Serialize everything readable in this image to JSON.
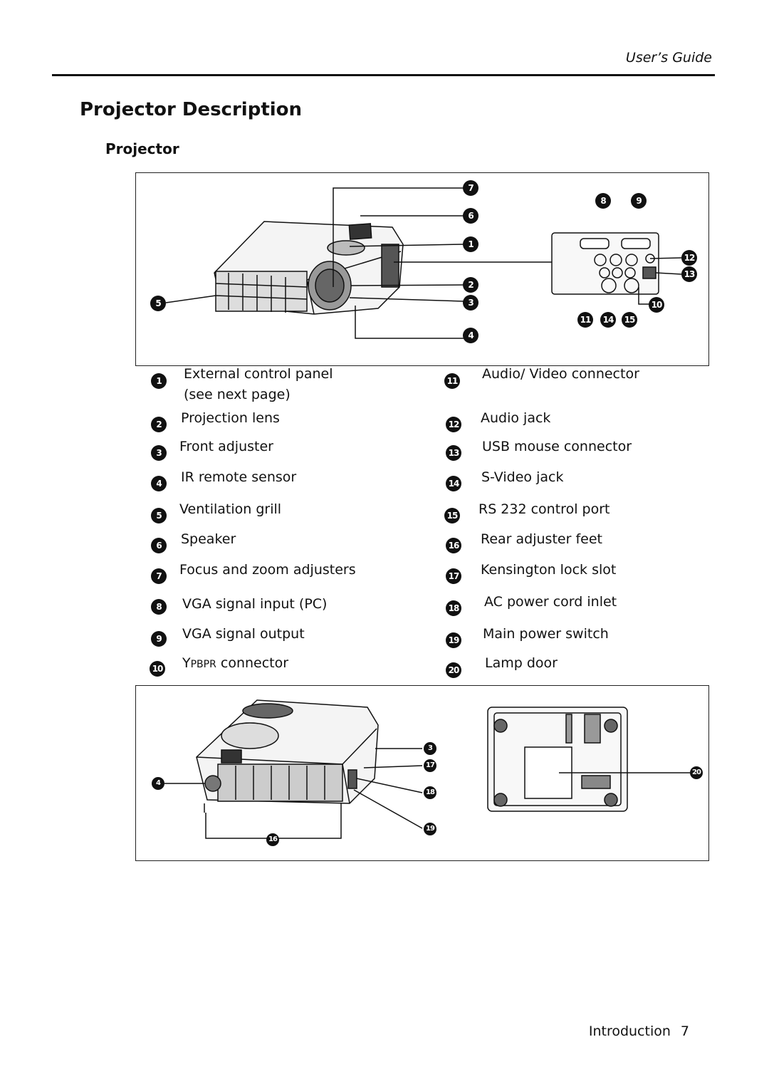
{
  "header": {
    "running_head": "User’s Guide"
  },
  "page": {
    "title": "Projector Description",
    "section": "Projector"
  },
  "callouts_top": [
    "7",
    "6",
    "1",
    "2",
    "3",
    "4",
    "5",
    "8",
    "9",
    "12",
    "13",
    "10",
    "11",
    "14",
    "15"
  ],
  "callouts_bottom": [
    "3",
    "17",
    "18",
    "19",
    "4",
    "16",
    "20"
  ],
  "parts_left": [
    {
      "num": "1",
      "label": "External control panel",
      "label2": "(see next page)"
    },
    {
      "num": "2",
      "label": "Projection lens"
    },
    {
      "num": "3",
      "label": "Front adjuster"
    },
    {
      "num": "4",
      "label": "IR remote sensor"
    },
    {
      "num": "5",
      "label": "Ventilation grill"
    },
    {
      "num": "6",
      "label": "Speaker"
    },
    {
      "num": "7",
      "label": "Focus and zoom adjusters"
    },
    {
      "num": "8",
      "label": "VGA signal input (PC)"
    },
    {
      "num": "9",
      "label": "VGA signal output"
    },
    {
      "num": "10",
      "label_y": "Y",
      "label_sc": "PBPR",
      "label_rest": " connector"
    }
  ],
  "parts_right": [
    {
      "num": "11",
      "label": "Audio/ Video connector"
    },
    {
      "num": "12",
      "label": "Audio jack"
    },
    {
      "num": "13",
      "label": "USB mouse connector"
    },
    {
      "num": "14",
      "label": "S-Video jack"
    },
    {
      "num": "15",
      "label": "RS 232 control port"
    },
    {
      "num": "16",
      "label": "Rear adjuster feet"
    },
    {
      "num": "17",
      "label": "Kensington lock slot"
    },
    {
      "num": "18",
      "label": "AC power cord inlet"
    },
    {
      "num": "19",
      "label": "Main power switch"
    },
    {
      "num": "20",
      "label": "Lamp door"
    }
  ],
  "footer": {
    "section": "Introduction",
    "page_number": "7"
  }
}
